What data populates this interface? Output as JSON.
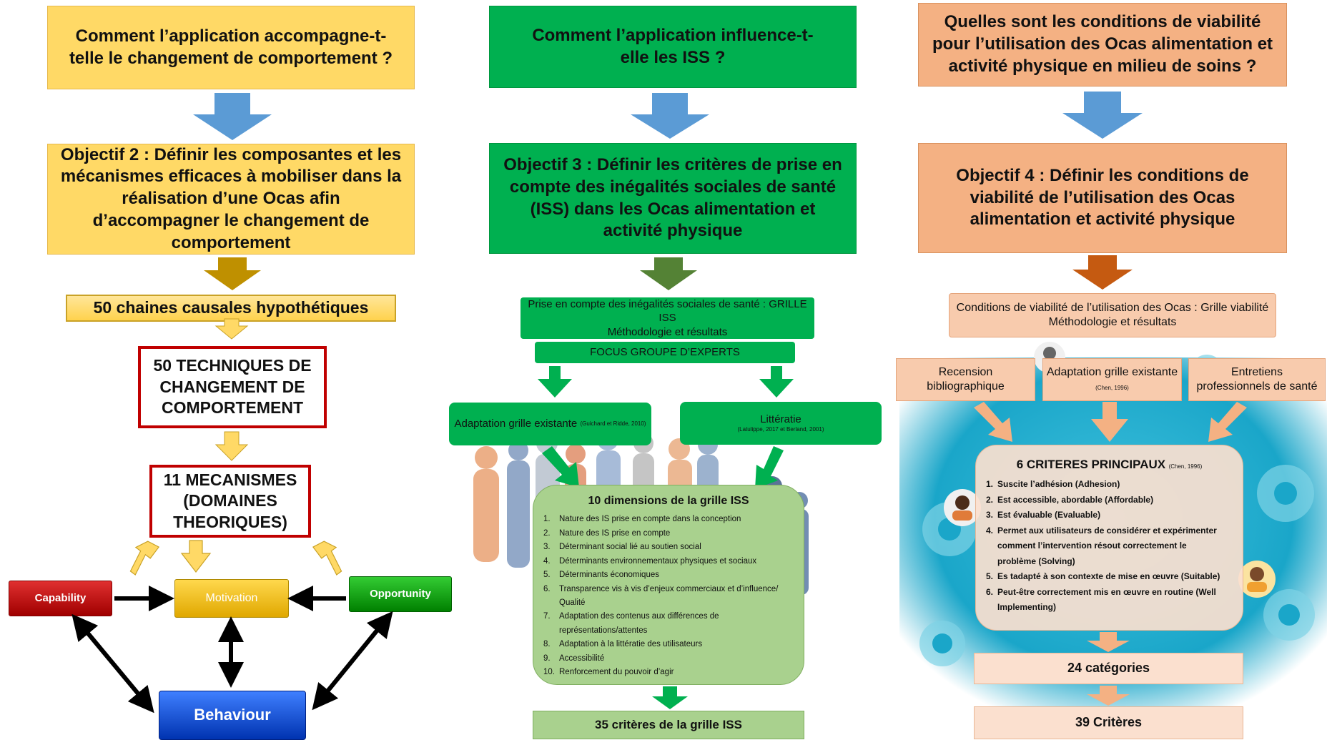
{
  "col1": {
    "question": "Comment l’application accompagne-t-telle le changement de comportement ?",
    "objective": "Objectif 2 : Définir les composantes et les mécanismes efficaces à mobiliser dans la réalisation d’une Ocas afin d’accompagner le changement de comportement",
    "chains": "50 chaines causales hypothétiques",
    "techniques": "50 TECHNIQUES DE CHANGEMENT DE COMPORTEMENT",
    "mechanisms": "11 MECANISMES (DOMAINES THEORIQUES)",
    "capability": "Capability",
    "motivation": "Motivation",
    "opportunity": "Opportunity",
    "behaviour": "Behaviour"
  },
  "col2": {
    "question": "Comment l’application influence-t-elle les ISS ?",
    "objective": "Objectif 3 : Définir les critères de prise en compte des inégalités sociales de santé (ISS) dans les Ocas alimentation et activité physique",
    "grid_title_1": "Prise en compte des inégalités sociales de santé : GRILLE ISS",
    "grid_title_2": "Méthodologie et résultats",
    "focus": "FOCUS GROUPE D’EXPERTS",
    "adaptation": "Adaptation grille existante",
    "adaptation_ref": "(Guichard et Ridde, 2010)",
    "literature": "Littératie",
    "literature_ref": "(Latulippe, 2017 et Berland, 2001)",
    "dimensions_title": "10 dimensions de la grille ISS",
    "dimensions": [
      "Nature des IS prise en compte dans la conception",
      "Nature des IS prise en compte",
      "Déterminant social lié au soutien social",
      "Déterminants environnementaux physiques et sociaux",
      "Déterminants économiques",
      "Transparence vis à vis d’enjeux commerciaux et d’influence/ Qualité",
      "Adaptation des contenus aux différences de représentations/attentes",
      "Adaptation à la littératie des utilisateurs",
      "Accessibilité",
      "Renforcement du pouvoir d’agir"
    ],
    "criteria": "35 critères de la grille ISS"
  },
  "col3": {
    "question": "Quelles sont les conditions de viabilité pour l’utilisation des Ocas alimentation et activité physique en milieu de soins ?",
    "objective": "Objectif 4 : Définir les conditions de viabilité de l’utilisation des Ocas alimentation et activité physique",
    "grid_title_1": "Conditions de viabilité de l’utilisation des Ocas : Grille viabilité",
    "grid_title_2": "Méthodologie et résultats",
    "source1": "Recension bibliographique",
    "source2": "Adaptation grille existante",
    "source2_ref": "(Chen, 1996)",
    "source3": "Entretiens professionnels de santé",
    "main_title": "6 CRITERES PRINCIPAUX",
    "main_ref": "(Chen, 1996)",
    "main_items": [
      "Suscite l’adhésion (Adhesion)",
      "Est accessible, abordable (Affordable)",
      "Est évaluable (Evaluable)",
      "Permet aux utilisateurs de considérer et expérimenter comment l’intervention résout correctement le problème (Solving)",
      "Es tadapté à son contexte de mise en œuvre (Suitable)",
      "Peut-être correctement mis en œuvre en routine (Well Implementing)"
    ],
    "categories": "24 catégories",
    "criteria": "39 Critères"
  },
  "colors": {
    "yellow": "#ffd966",
    "green": "#00b050",
    "orange": "#f4b183",
    "blue_arrow": "#5b9bd5",
    "gold_arrow": "#bf9000",
    "olive_arrow": "#548235",
    "rust_arrow": "#c55a11",
    "capability": "#c00000",
    "motivation": "#ffc000",
    "opportunity": "#00a000",
    "behaviour": "#0050d0"
  }
}
